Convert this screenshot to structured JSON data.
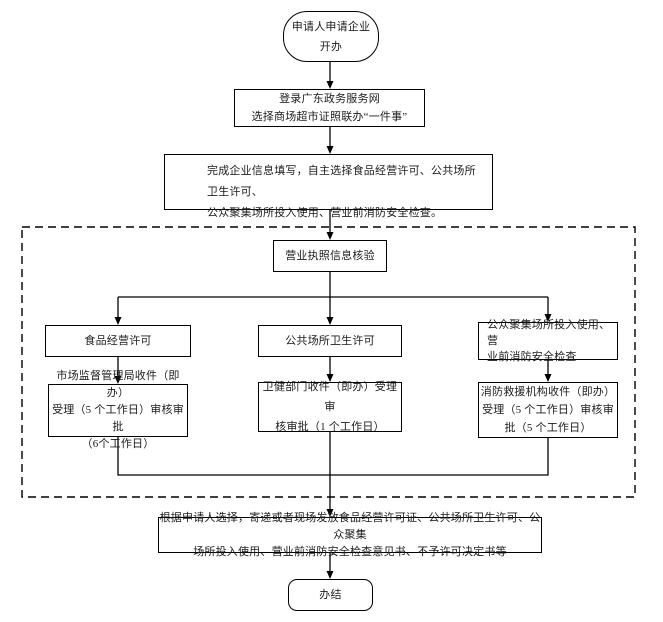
{
  "page": {
    "background_color": "#ffffff",
    "line_color": "#000000",
    "text_color": "#1c1c1c"
  },
  "flowchart": {
    "start": {
      "lines": [
        "申请人申请企业",
        "开办"
      ]
    },
    "login": {
      "lines": [
        "登录广东政务服务网",
        "选择商场超市证照联办“一件事”"
      ]
    },
    "fill_info": {
      "lines": [
        "完成企业信息填写，自主选择食品经营许可、公共场所卫生许可、",
        "公众聚集场所投入使用、营业前消防安全检查。"
      ]
    },
    "verify": {
      "label": "营业执照信息核验"
    },
    "branches": [
      {
        "header": {
          "lines": [
            "食品经营许可"
          ]
        },
        "detail": {
          "lines": [
            "市场监督管理局收件（即办）",
            "受理（5 个工作日）审核审批",
            "（6个工作日）"
          ]
        }
      },
      {
        "header": {
          "lines": [
            "公共场所卫生许可"
          ]
        },
        "detail": {
          "lines": [
            "卫健部门收件（即办）受理审",
            "核审批（1 个工作日）"
          ]
        }
      },
      {
        "header": {
          "lines": [
            "公众聚集场所投入使用、营",
            "业前消防安全检查"
          ]
        },
        "detail": {
          "lines": [
            "消防救援机构收件（即办）",
            "受理（5 个工作日）审核审",
            "批（5 个工作日）"
          ]
        }
      }
    ],
    "issue": {
      "lines": [
        "根据申请人选择，寄递或者现场发放食品经营许可证、公共场所卫生许可、公众聚集",
        "场所投入使用、营业前消防安全检查意见书、不予许可决定书等"
      ]
    },
    "end": {
      "label": "办结"
    }
  }
}
